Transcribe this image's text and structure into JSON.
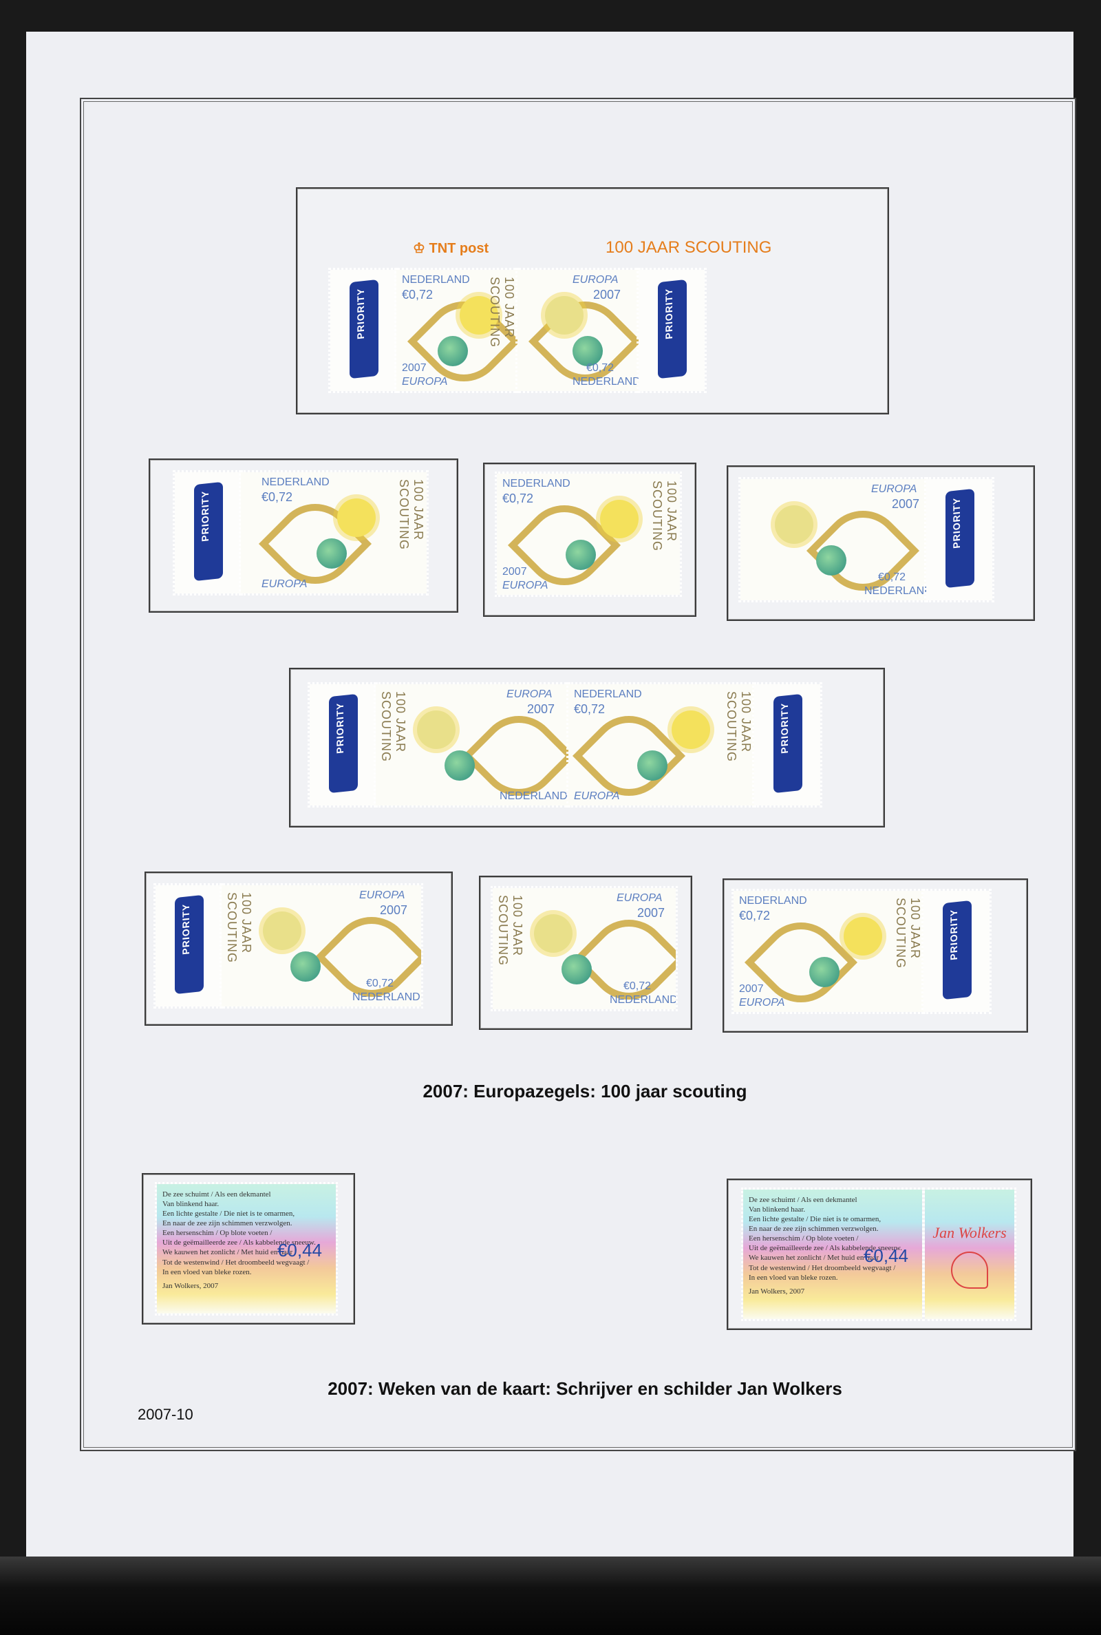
{
  "album": {
    "page_number": "2007-10",
    "colors": {
      "page": "#eeeff3",
      "priority_label": "#1f3a98",
      "header_orange": "#e57d1b",
      "stamp_blue": "#5b7ec0"
    }
  },
  "sheet_header": {
    "logo": "♔ TNT post",
    "title": "100 JAAR SCOUTING"
  },
  "scouting_stamp": {
    "country": "NEDERLAND",
    "value": "€0,72",
    "year": "2007",
    "europa": "EUROPA",
    "vertical_text": "100 JAAR SCOUTING",
    "priority": "PRIORITY"
  },
  "captions": {
    "europa": "2007: Europazegels: 100 jaar scouting",
    "wolkers": "2007: Weken van de kaart: Schrijver en schilder Jan Wolkers"
  },
  "wolkers_stamp": {
    "value": "€0,44",
    "author": "Jan Wolkers, 2007",
    "signature": "Jan Wolkers",
    "lines": [
      "De zee schuimt / Als een dekmantel",
      "Van blinkend haar.",
      "Een lichte gestalte / Die niet is te omarmen,",
      "En naar de zee zijn schimmen verzwolgen.",
      "Een hersenschim / Op blote voeten /",
      "Uit de geëmailleerde zee / Als kabbelende sneeuw.",
      "We kauwen het zonlicht / Met huid en haar /",
      "Tot de westenwind / Het droombeeld wegvaagt /",
      "In een vloed van bleke rozen."
    ]
  }
}
